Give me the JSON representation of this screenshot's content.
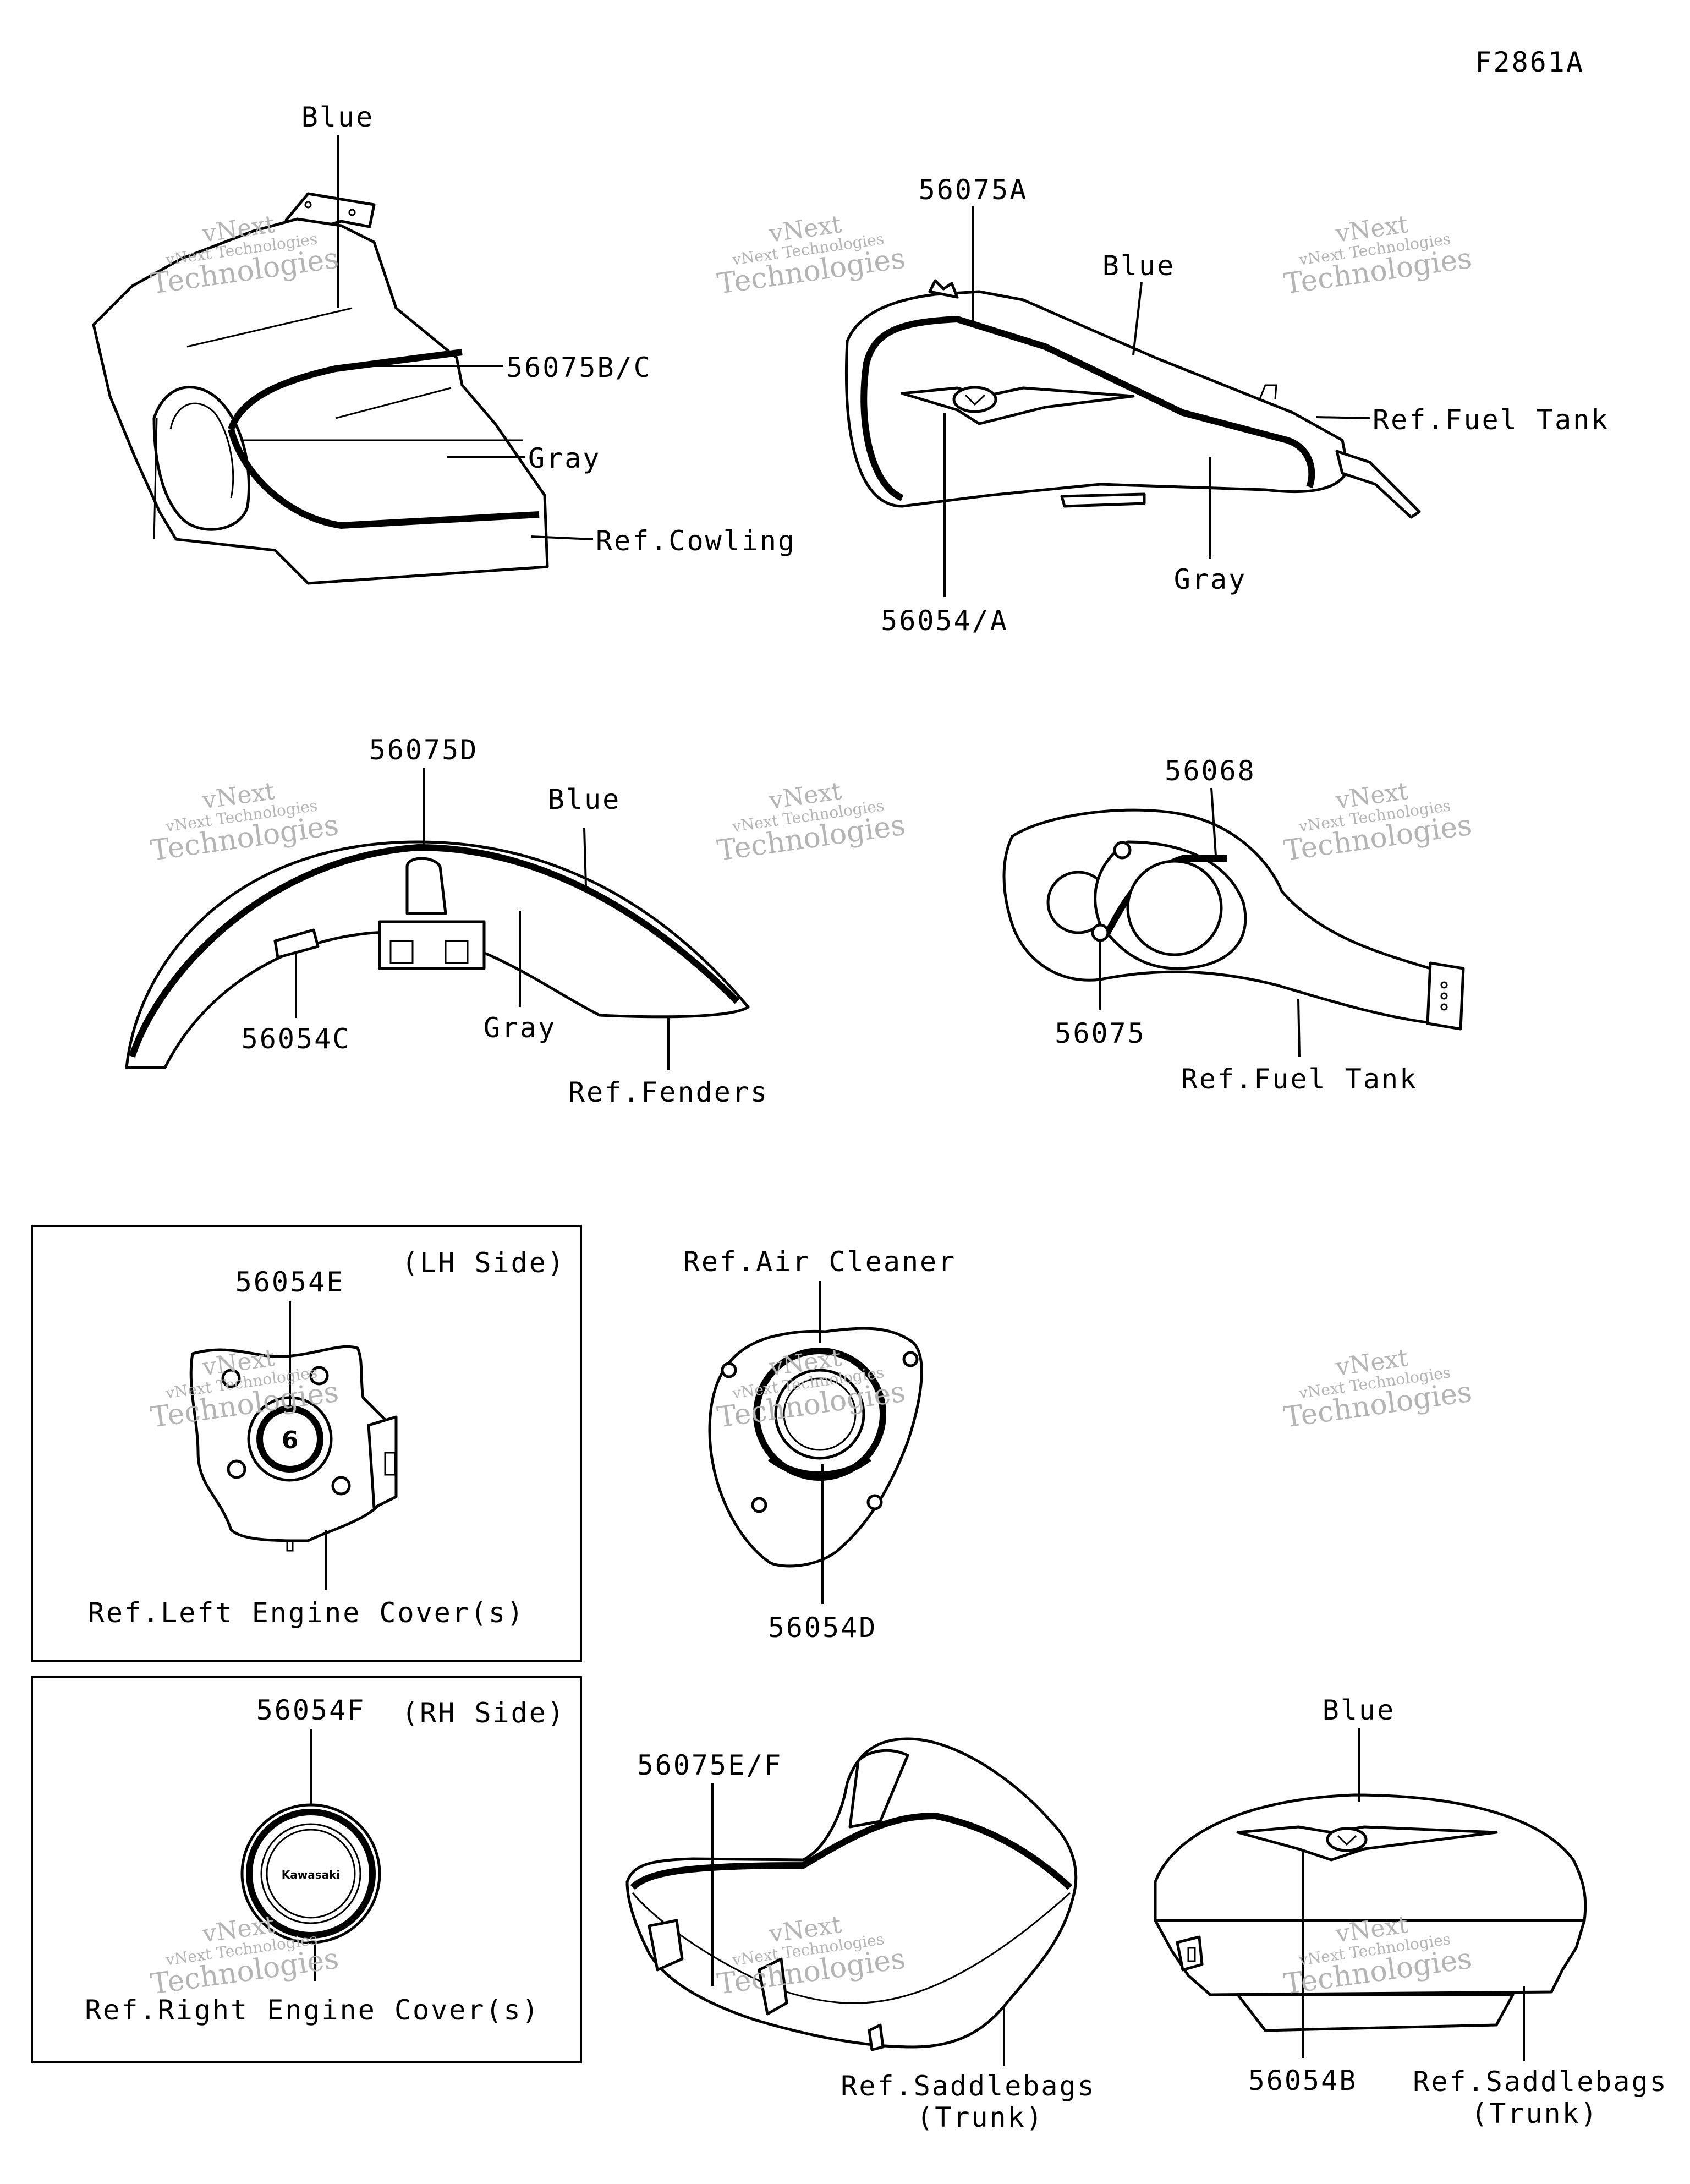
{
  "figure_id": "F2861A",
  "watermark": {
    "line1": "vNext Technologies",
    "line2": "Technologies",
    "line3": "vNext"
  },
  "panels": {
    "cowling": {
      "labels": {
        "color_top": "Blue",
        "stripe": "56075B/C",
        "color_bottom": "Gray",
        "ref": "Ref.Cowling"
      }
    },
    "fuel_tank": {
      "labels": {
        "stripe": "56075A",
        "color_top": "Blue",
        "ref": "Ref.Fuel Tank",
        "color_bottom": "Gray",
        "emblem": "56054/A"
      }
    },
    "fender": {
      "labels": {
        "stripe": "56075D",
        "color_top": "Blue",
        "emblem": "56054C",
        "color_bottom": "Gray",
        "ref": "Ref.Fenders"
      }
    },
    "tank_top": {
      "labels": {
        "top_decal": "56068",
        "bottom_decal": "56075",
        "ref": "Ref.Fuel Tank"
      }
    },
    "left_engine": {
      "labels": {
        "part": "56054E",
        "side": "(LH Side)",
        "ref": "Ref.Left Engine Cover(s)"
      }
    },
    "air_cleaner": {
      "labels": {
        "ref": "Ref.Air Cleaner",
        "part": "56054D"
      }
    },
    "right_engine": {
      "labels": {
        "part": "56054F",
        "side": "(RH Side)",
        "ref": "Ref.Right Engine Cover(s)"
      },
      "badge_text": "Kawasaki"
    },
    "saddlebag": {
      "labels": {
        "part": "56075E/F",
        "ref_line1": "Ref.Saddlebags",
        "ref_line2": "(Trunk)"
      }
    },
    "trunk": {
      "labels": {
        "color": "Blue",
        "emblem": "56054B",
        "ref_line1": "Ref.Saddlebags",
        "ref_line2": "(Trunk)"
      }
    }
  }
}
